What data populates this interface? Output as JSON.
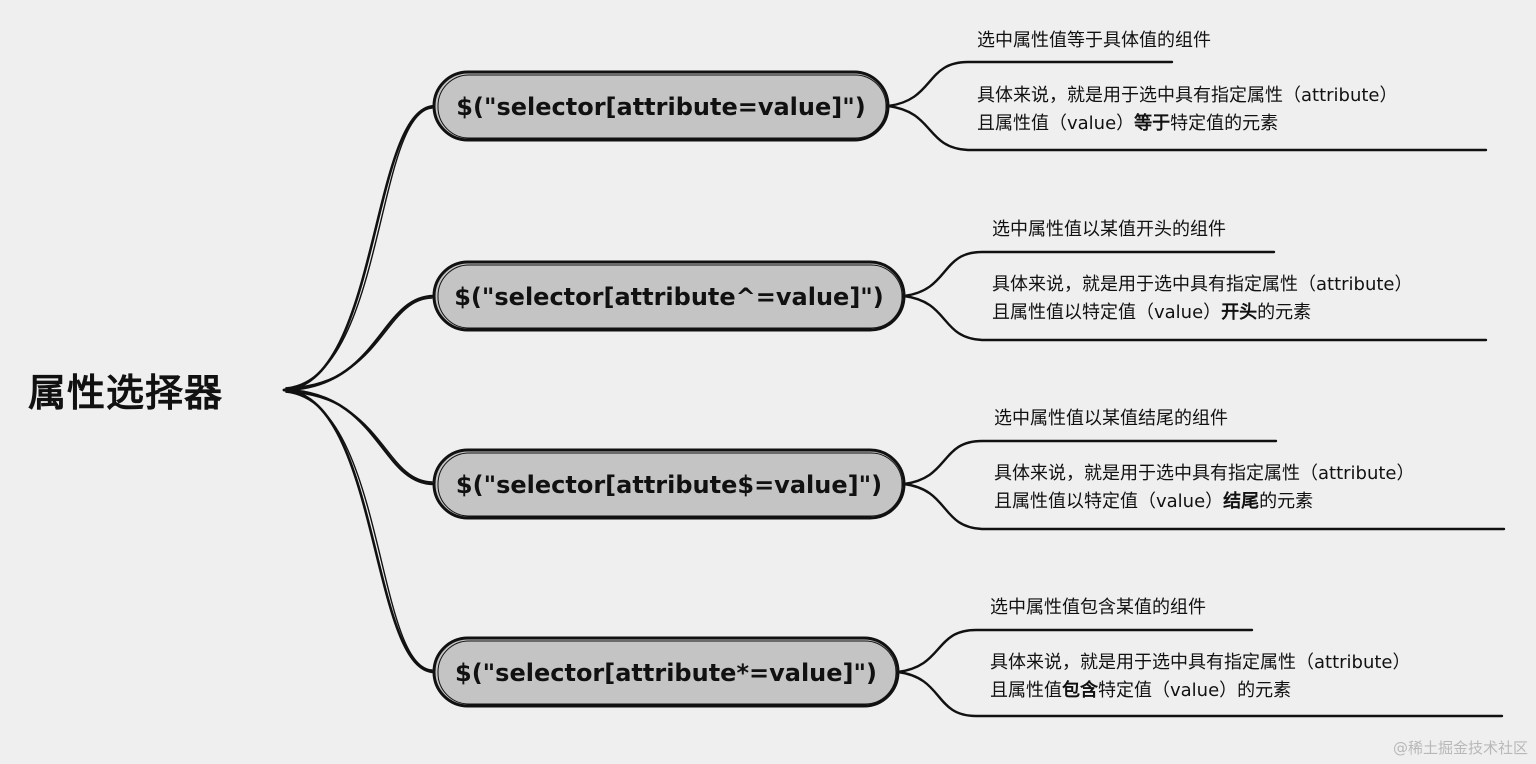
{
  "root": {
    "title": "属性选择器"
  },
  "branches": [
    {
      "selector": "$(\"selector[attribute=value]\")",
      "title": "选中属性值等于具体值的组件",
      "desc_line1": "具体来说，就是用于选中具有指定属性（attribute）",
      "desc_line2_pre": "且属性值（value）",
      "desc_line2_bold": "等于",
      "desc_line2_post": "特定值的元素"
    },
    {
      "selector": "$(\"selector[attribute^=value]\")",
      "title": "选中属性值以某值开头的组件",
      "desc_line1": "具体来说，就是用于选中具有指定属性（attribute）",
      "desc_line2_pre": "且属性值以特定值（value）",
      "desc_line2_bold": "开头",
      "desc_line2_post": "的元素"
    },
    {
      "selector": "$(\"selector[attribute$=value]\")",
      "title": "选中属性值以某值结尾的组件",
      "desc_line1": "具体来说，就是用于选中具有指定属性（attribute）",
      "desc_line2_pre": "且属性值以特定值（value）",
      "desc_line2_bold": "结尾",
      "desc_line2_post": "的元素"
    },
    {
      "selector": "$(\"selector[attribute*=value]\")",
      "title": "选中属性值包含某值的组件",
      "desc_line1": "具体来说，就是用于选中具有指定属性（attribute）",
      "desc_line2_pre": "且属性值",
      "desc_line2_bold": "包含",
      "desc_line2_post": "特定值（value）的元素"
    }
  ],
  "watermark": "@稀土掘金技术社区",
  "colors": {
    "background": "#efefef",
    "node_fill": "#c4c4c4",
    "stroke": "#111111",
    "watermark": "#b8b8b8"
  }
}
